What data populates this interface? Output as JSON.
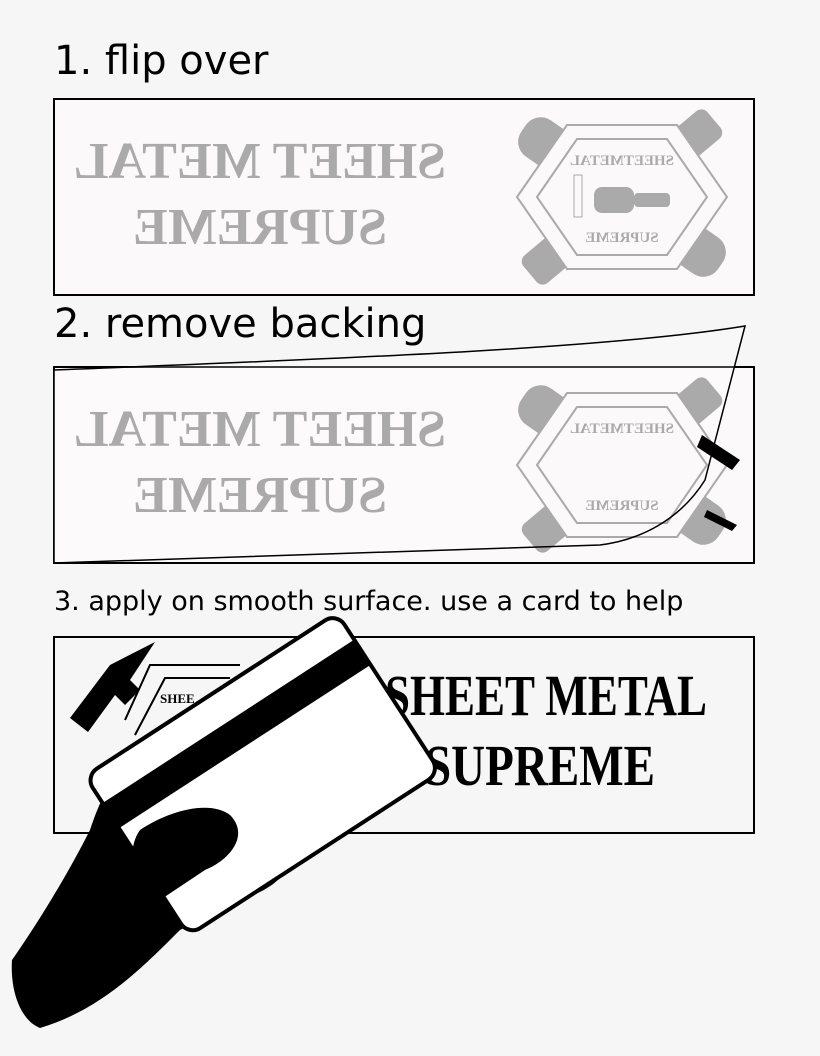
{
  "steps": [
    {
      "label": "1. flip over"
    },
    {
      "label": "2. remove backing"
    },
    {
      "label": "3. apply on smooth surface. use a card to help"
    }
  ],
  "logo": {
    "line1": "SHEET METAL",
    "line2": "SUPREME",
    "small_line1": "SHEETMETAL",
    "small_line2": "SUPREME",
    "partial": "SHEE"
  },
  "colors": {
    "ink": "#000000",
    "mirrored_gray": "#aaaaaa",
    "panel_fill": "#fbf9f9",
    "background": "#f6f6f6"
  }
}
